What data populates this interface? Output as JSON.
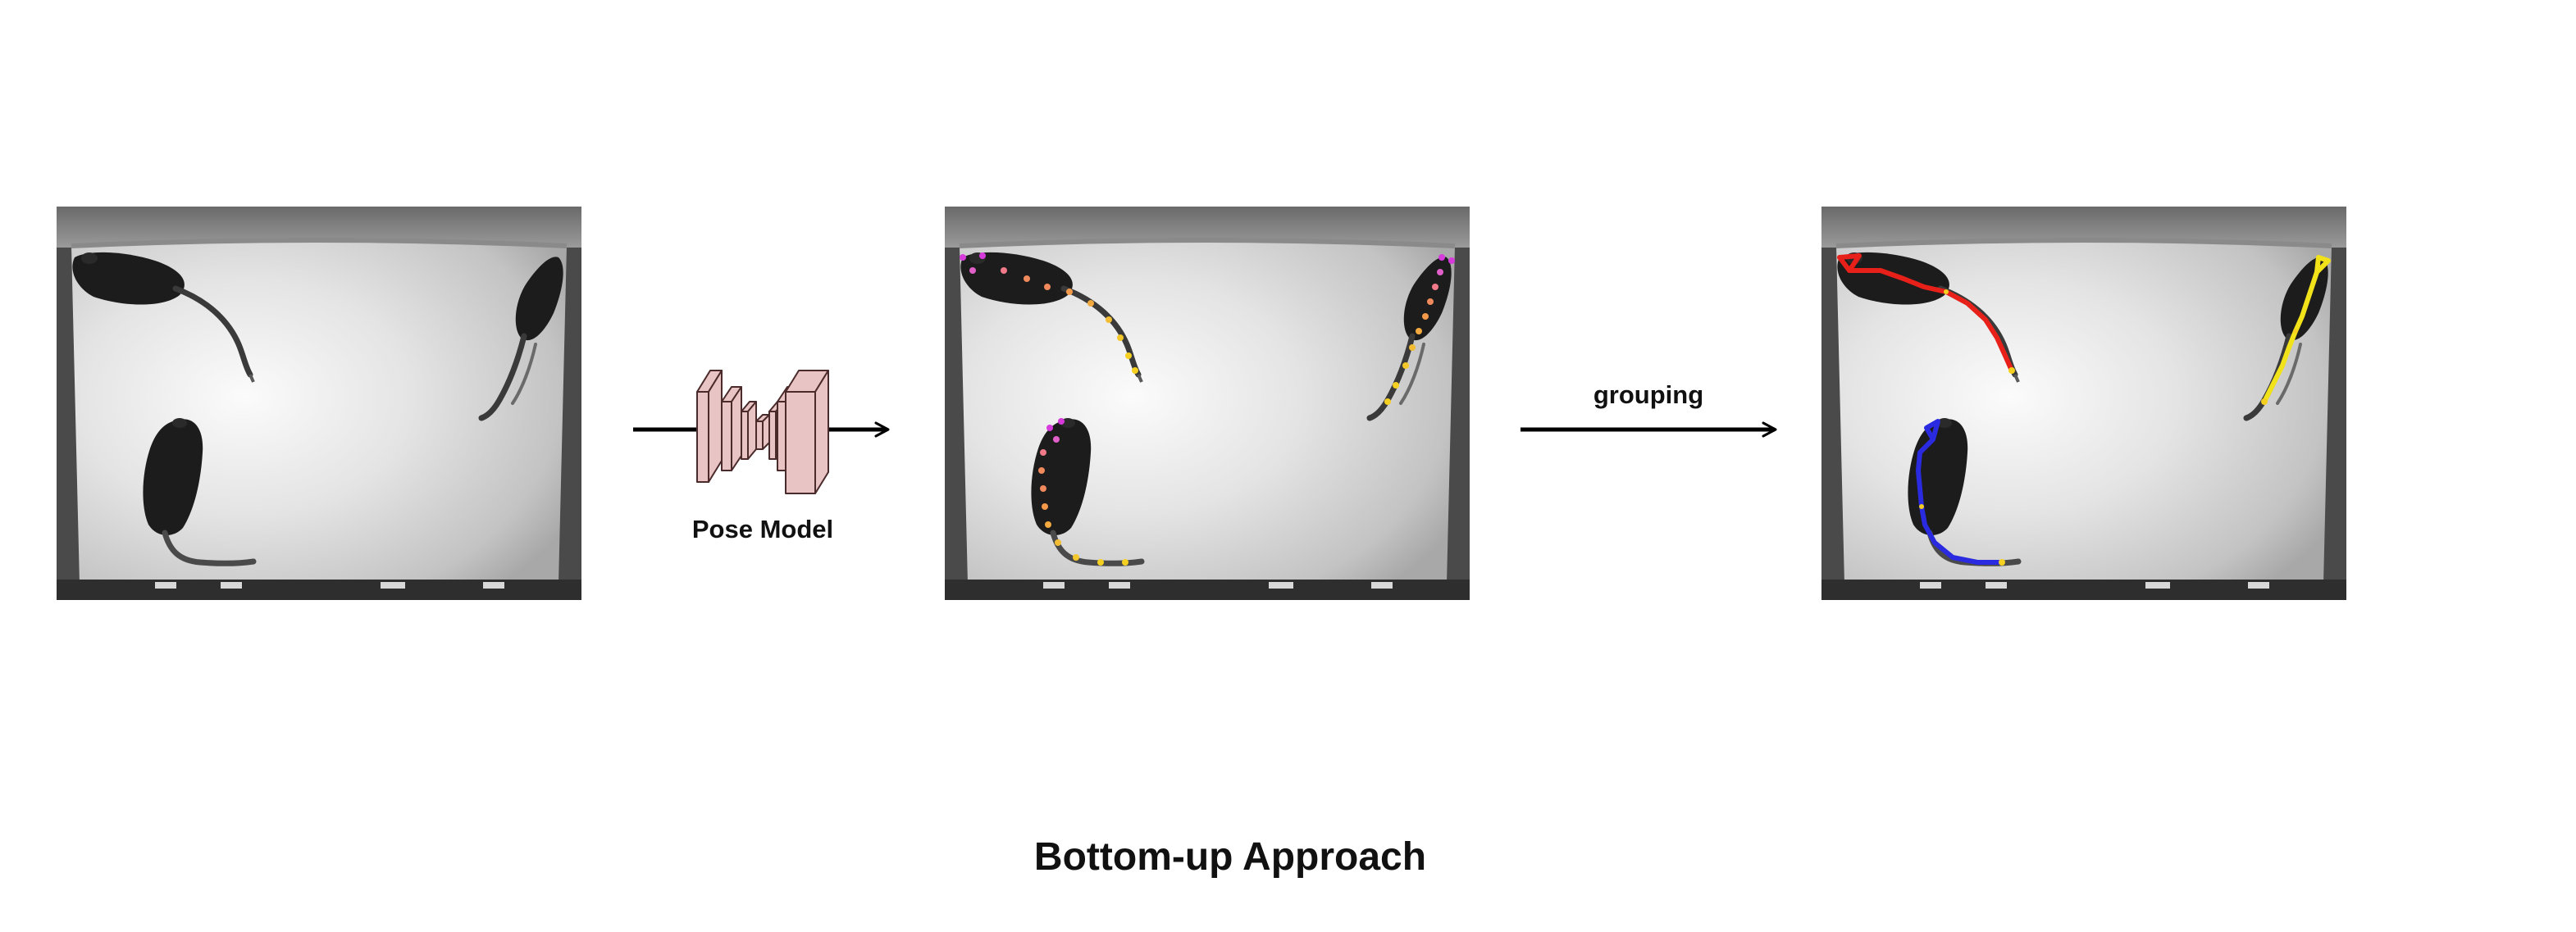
{
  "labels": {
    "pose_model": "Pose Model",
    "grouping": "grouping",
    "title": "Bottom-up Approach"
  },
  "colors": {
    "background": "#ffffff",
    "arrow": "#000000",
    "network_block_fill": "#e8c4c4",
    "network_block_stroke": "#4a2a2a",
    "keypoint_head": "#d63adb",
    "keypoint_body": "#f08a5d",
    "keypoint_tail": "#f5d020",
    "mouse_red": "#e8201a",
    "mouse_blue": "#2a2ae0",
    "mouse_yellow": "#f2e21a"
  },
  "panels": [
    {
      "name": "input-frame",
      "content": "raw video frame of three mice"
    },
    {
      "name": "keypoint-frame",
      "content": "frame with detected keypoints"
    },
    {
      "name": "grouped-frame",
      "content": "frame with keypoints grouped per mouse"
    }
  ]
}
